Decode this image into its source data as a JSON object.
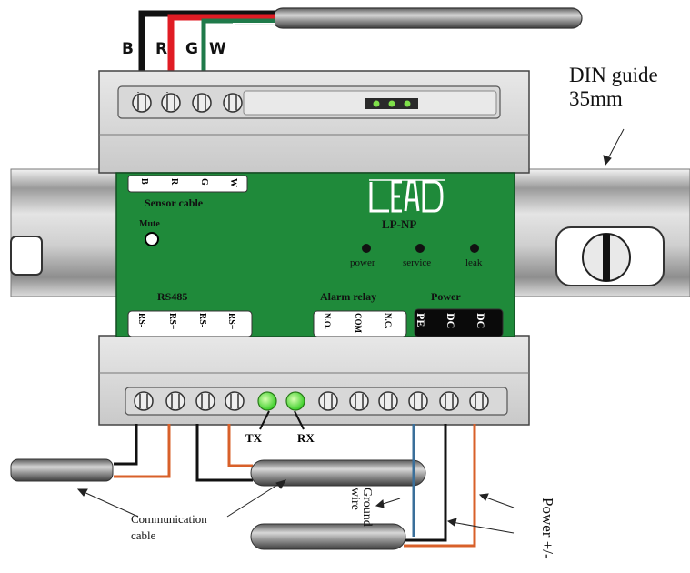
{
  "wires": {
    "b": "B",
    "r": "R",
    "g": "G",
    "w": "W"
  },
  "din": {
    "line1": "DIN guide",
    "line2": "35mm"
  },
  "board": {
    "sensor_terms": [
      "B",
      "R",
      "G",
      "W"
    ],
    "sensor_label": "Sensor cable",
    "mute_label": "Mute",
    "model": "LP-NP",
    "leds": [
      "power",
      "service",
      "leak"
    ],
    "rs485_label": "RS485",
    "rs485_terms": [
      "RS-",
      "RS+",
      "RS-",
      "RS+"
    ],
    "alarm_label": "Alarm relay",
    "alarm_terms": [
      "N.O.",
      "COM",
      "N.C."
    ],
    "power_label": "Power",
    "power_terms": [
      "PE",
      "DC",
      "DC"
    ]
  },
  "bottom": {
    "tx": "TX",
    "rx": "RX"
  },
  "callouts": {
    "comm_line1": "Communication",
    "comm_line2": "cable",
    "ground": "Ground wire",
    "power": "Power +/-"
  },
  "colors": {
    "board": "#1f8a3a",
    "wire_red": "#e01c24",
    "wire_green": "#1f7a4a",
    "wire_blue": "#3a6f9a",
    "wire_orange": "#d8602a"
  }
}
